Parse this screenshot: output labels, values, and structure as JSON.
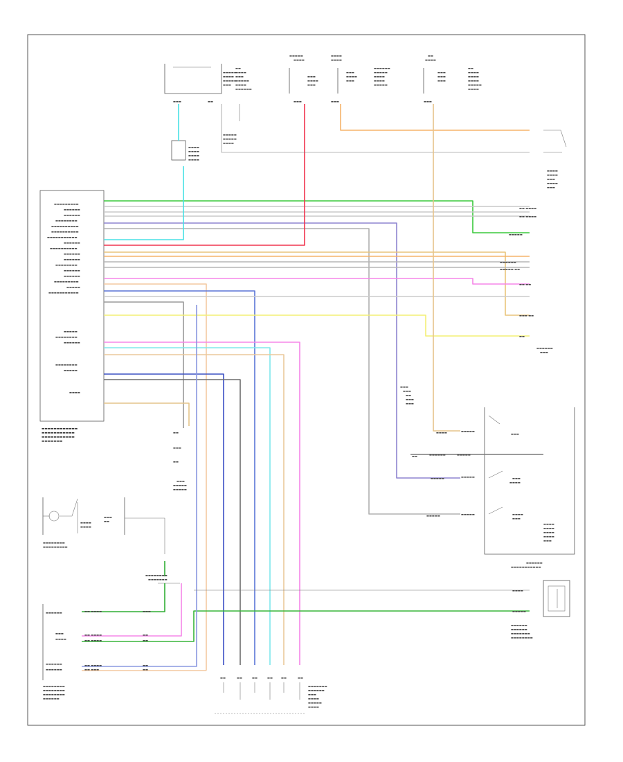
{
  "diagram": {
    "code": "",
    "colors": {
      "green": "#39c83a",
      "cyan": "#48e1e5",
      "red": "#f0344e",
      "orange": "#f6a55a",
      "tan": "#e3b981",
      "gray": "#b9b9b9",
      "lightgray": "#d2d2d2",
      "blue": "#4c61cf",
      "violet": "#9a8bd4",
      "pink": "#f585e8",
      "yellow": "#f4ef74",
      "dkgray": "#6d6d6d",
      "ltgreen": "#8fe08f",
      "black": "#3a3a3a"
    },
    "components": [
      {
        "id": "pcm",
        "label": "POWERTRAIN CONTROL MODULE"
      },
      {
        "id": "fuse-block",
        "label": "FUSE BLOCK"
      },
      {
        "id": "ign-switch",
        "label": "IGNITION SWITCH"
      },
      {
        "id": "brake-switch",
        "label": "STOP LAMP SWITCH"
      },
      {
        "id": "throttle-sensor",
        "label": "THROTTLE POSITION SENSOR"
      },
      {
        "id": "cruise-module",
        "label": "CRUISE CONTROL MODULE"
      },
      {
        "id": "cruise-switch",
        "label": "CRUISE CONTROL MULTIFUNCTION SWITCH"
      },
      {
        "id": "instrument-cluster",
        "label": "INSTRUMENT CLUSTER"
      },
      {
        "id": "data-link",
        "label": "DATA LINK CONNECTOR"
      },
      {
        "id": "vss",
        "label": "VEHICLE SPEED SENSOR"
      },
      {
        "id": "servo",
        "label": "CRUISE CONTROL SERVO"
      }
    ]
  }
}
